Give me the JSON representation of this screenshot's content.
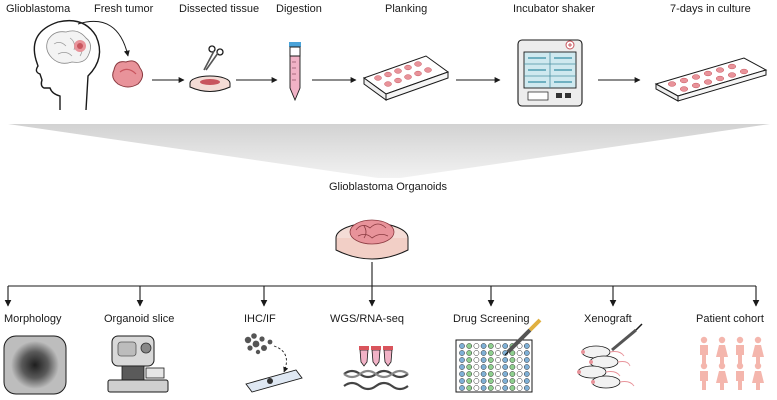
{
  "top_steps": [
    {
      "label": "Glioblastoma",
      "icon": "human-head-brain-icon"
    },
    {
      "label": "Fresh tumor",
      "icon": "tumor-tissue-icon"
    },
    {
      "label": "Dissected tissue",
      "icon": "dish-scissors-icon"
    },
    {
      "label": "Digestion",
      "icon": "conical-tube-icon"
    },
    {
      "label": "Planking",
      "icon": "well-plate-icon"
    },
    {
      "label": "Incubator shaker",
      "icon": "incubator-icon"
    },
    {
      "label": "7-days in culture",
      "icon": "culture-plate-icon"
    }
  ],
  "center": {
    "label": "Glioblastoma Organoids",
    "icon": "organoid-dish-icon"
  },
  "applications": [
    {
      "label": "Morphology",
      "icon": "organoid-micrograph-icon"
    },
    {
      "label": "Organoid slice",
      "icon": "vibratome-icon"
    },
    {
      "label": "IHC/IF",
      "icon": "slide-staining-icon"
    },
    {
      "label": "WGS/RNA-seq",
      "icon": "dna-tubes-icon"
    },
    {
      "label": "Drug Screening",
      "icon": "drug-plate-icon"
    },
    {
      "label": "Xenograft",
      "icon": "mice-injection-icon"
    },
    {
      "label": "Patient cohort",
      "icon": "patients-icon"
    }
  ],
  "colors": {
    "tissue": "#e8939a",
    "tissue_dark": "#c8555e",
    "dish": "#f4dcd6",
    "line": "#1a1a1a",
    "funnel": "#dcdcdc"
  }
}
